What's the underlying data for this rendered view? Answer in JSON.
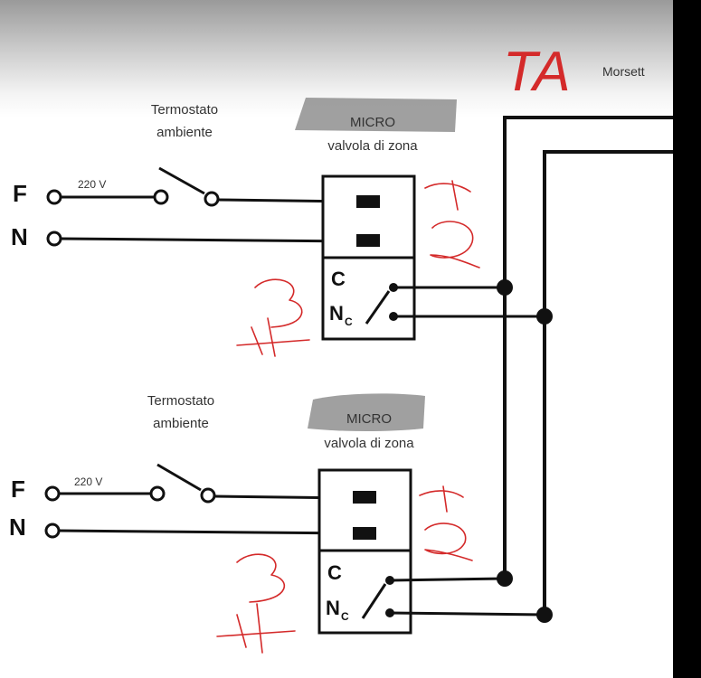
{
  "diagram": {
    "annotation_ta": "TA",
    "terminal_label": "Morsett",
    "circuits": [
      {
        "thermostat_line1": "Termostato",
        "thermostat_line2": "ambiente",
        "micro_label": "MICRO",
        "valve_label": "valvola di zona",
        "phase_label": "F",
        "neutral_label": "N",
        "voltage_label": "220 V",
        "contact_c": "C",
        "contact_nc": "N",
        "contact_nc_sub": "C"
      },
      {
        "thermostat_line1": "Termostato",
        "thermostat_line2": "ambiente",
        "micro_label": "MICRO",
        "valve_label": "valvola di zona",
        "phase_label": "F",
        "neutral_label": "N",
        "voltage_label": "220 V",
        "contact_c": "C",
        "contact_nc": "N",
        "contact_nc_sub": "C"
      }
    ],
    "colors": {
      "line": "#111111",
      "ink": "#d42a2a",
      "highlight": "#8f8f8f",
      "edge_band": "#000000"
    }
  }
}
